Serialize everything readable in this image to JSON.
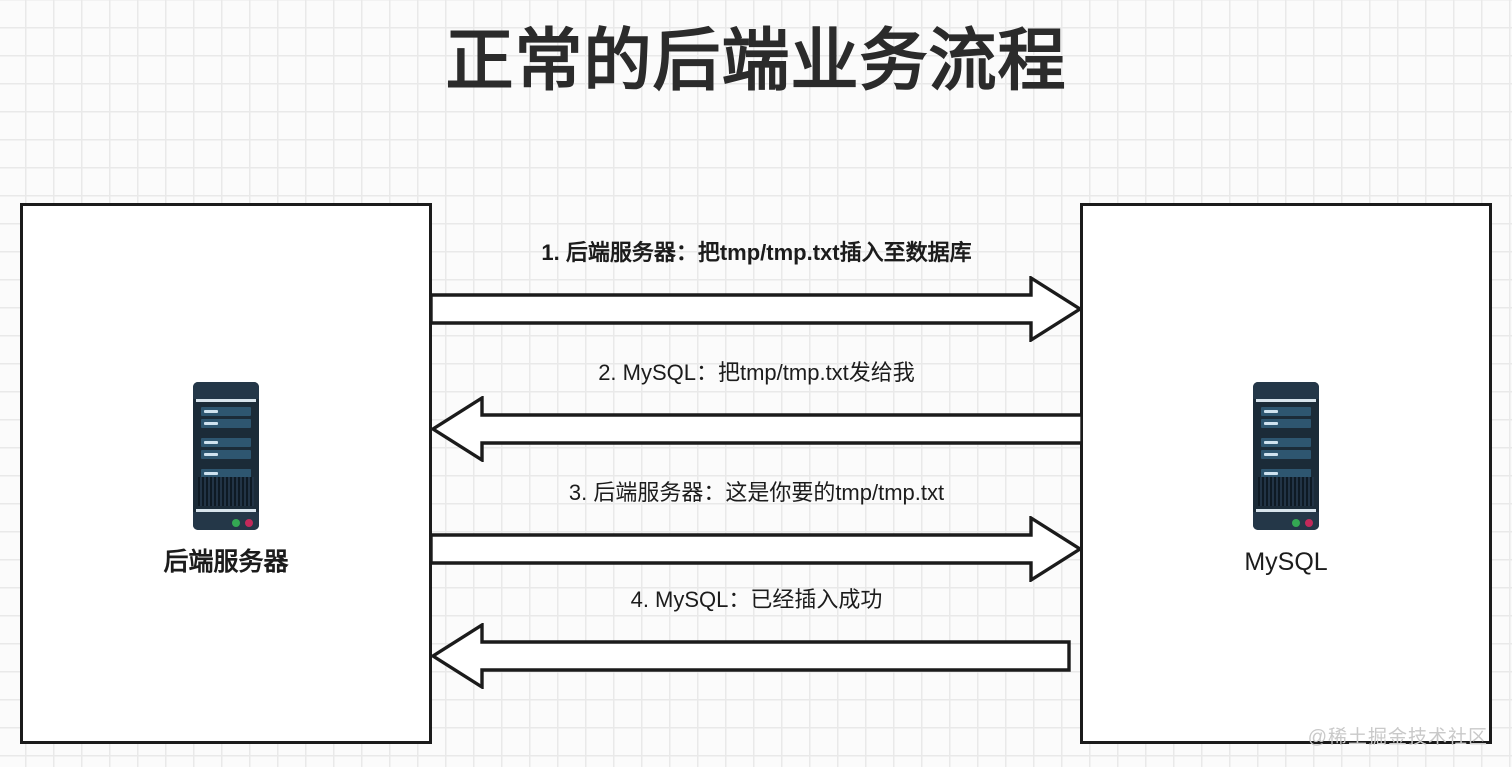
{
  "title": "正常的后端业务流程",
  "nodes": {
    "left": {
      "label": "后端服务器",
      "icon": "server-tower-icon"
    },
    "right": {
      "label": "MySQL",
      "icon": "server-tower-icon"
    }
  },
  "messages": [
    {
      "index": "1",
      "label": "1. 后端服务器：把tmp/tmp.txt插入至数据库",
      "direction": "right",
      "from": "后端服务器",
      "to": "MySQL"
    },
    {
      "index": "2",
      "label": "2. MySQL：把tmp/tmp.txt发给我",
      "direction": "left",
      "from": "MySQL",
      "to": "后端服务器"
    },
    {
      "index": "3",
      "label": "3. 后端服务器：这是你要的tmp/tmp.txt",
      "direction": "right",
      "from": "后端服务器",
      "to": "MySQL"
    },
    {
      "index": "4",
      "label": "4. MySQL：已经插入成功",
      "direction": "left",
      "from": "MySQL",
      "to": "后端服务器"
    }
  ],
  "watermark": "@稀土掘金技术社区",
  "colors": {
    "background": "#fbfbfb",
    "grid_line": "#e9e9e9",
    "stroke": "#1b1b1b",
    "text": "#1c1c1c",
    "server_body": "#1b2b38",
    "server_bay": "#2e5670",
    "led_green": "#34a853",
    "led_red": "#c2295a",
    "watermark": "#c9c9c9"
  }
}
